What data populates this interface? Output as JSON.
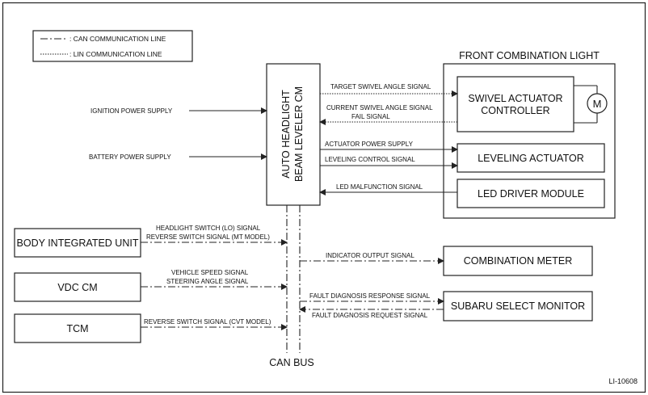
{
  "legend": {
    "can": ": CAN COMMUNICATION LINE",
    "lin": ": LIN COMMUNICATION LINE"
  },
  "front_combination_light": {
    "title": "FRONT COMBINATION LIGHT",
    "swivel_line1": "SWIVEL ACTUATOR",
    "swivel_line2": "CONTROLLER",
    "motor": "M",
    "leveling": "LEVELING ACTUATOR",
    "led_driver": "LED DRIVER MODULE"
  },
  "cm": {
    "line1": "AUTO HEADLIGHT",
    "line2": "BEAM LEVELER CM"
  },
  "supplies": {
    "ignition": "IGNITION POWER SUPPLY",
    "battery": "BATTERY POWER SUPPLY"
  },
  "signals": {
    "target_swivel": "TARGET SWIVEL ANGLE SIGNAL",
    "current_swivel": "CURRENT SWIVEL ANGLE SIGNAL",
    "fail": "FAIL SIGNAL",
    "actuator_power": "ACTUATOR POWER SUPPLY",
    "leveling_control": "LEVELING CONTROL SIGNAL",
    "led_malfunction": "LED MALFUNCTION SIGNAL",
    "headlight_switch": "HEADLIGHT SWITCH (LO) SIGNAL",
    "reverse_switch_mt": "REVERSE SWITCH SIGNAL (MT MODEL)",
    "vehicle_speed": "VEHICLE SPEED SIGNAL",
    "steering_angle": "STEERING ANGLE SIGNAL",
    "reverse_switch_cvt": "REVERSE SWITCH SIGNAL (CVT MODEL)",
    "indicator_output": "INDICATOR OUTPUT SIGNAL",
    "fault_response": "FAULT DIAGNOSIS RESPONSE SIGNAL",
    "fault_request": "FAULT DIAGNOSIS REQUEST SIGNAL"
  },
  "units": {
    "body_integrated": "BODY INTEGRATED UNIT",
    "vdc": "VDC CM",
    "tcm": "TCM",
    "combination_meter": "COMBINATION METER",
    "subaru_select": "SUBARU SELECT MONITOR"
  },
  "can_bus": "CAN BUS",
  "figure_id": "LI-10608"
}
